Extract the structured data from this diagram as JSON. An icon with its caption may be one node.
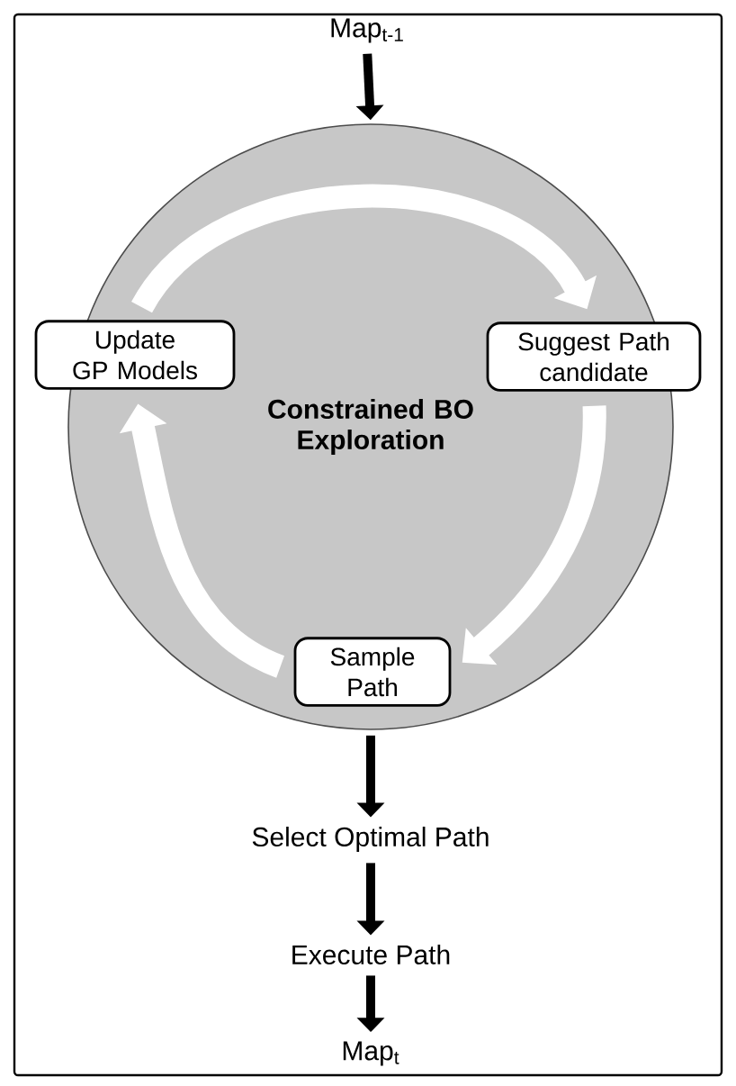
{
  "diagram": {
    "nodes": [
      {
        "text": [
          "Map$_{t-1}$"
        ]
      },
      {
        "text": [
          "Constrained BO Exploration"
        ]
      },
      {
        "text": [
          "Update GP Models"
        ],
        "in": 1
      },
      {
        "text": [
          "Suggest Path candidate"
        ],
        "in": 1
      },
      {
        "text": [
          "Sample Path"
        ],
        "in": 1
      },
      {
        "text": [
          "Select Optimal Path"
        ]
      },
      {
        "text": [
          "Execute Path"
        ]
      },
      {
        "text": [
          "Map$_{t}$"
        ]
      }
    ],
    "edges": [
      {
        "from": 0,
        "to": 1,
        "arrow": "to"
      },
      {
        "from": 2,
        "to": 3,
        "arrow": "to",
        "style": "thick",
        "color": "#ffffff"
      },
      {
        "from": 3,
        "to": 4,
        "arrow": "to",
        "style": "thick",
        "color": "#ffffff"
      },
      {
        "from": 4,
        "to": 2,
        "arrow": "to",
        "style": "thick",
        "color": "#ffffff"
      },
      {
        "from": 1,
        "to": 5,
        "arrow": "to"
      },
      {
        "from": 5,
        "to": 6,
        "arrow": "to"
      },
      {
        "from": 6,
        "to": 7,
        "arrow": "to"
      }
    ]
  }
}
